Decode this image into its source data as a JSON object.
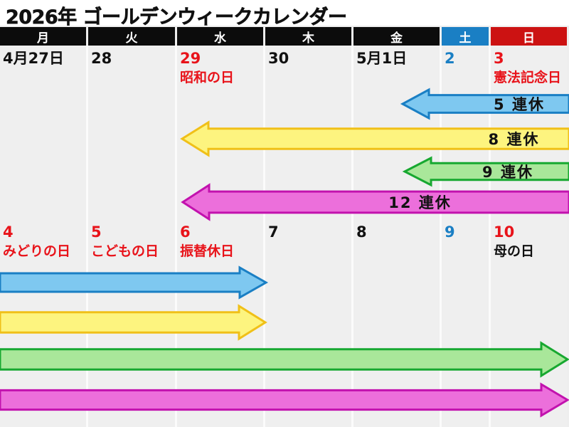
{
  "header": {
    "title_year": "2026年",
    "title_rest": " ゴールデンウィークカレンダー",
    "title_full": "2026年 ゴールデンウィークカレンダー"
  },
  "weekdays": [
    {
      "label": "月",
      "kind": "weekday"
    },
    {
      "label": "火",
      "kind": "weekday"
    },
    {
      "label": "水",
      "kind": "weekday"
    },
    {
      "label": "木",
      "kind": "weekday"
    },
    {
      "label": "金",
      "kind": "weekday"
    },
    {
      "label": "土",
      "kind": "saturday"
    },
    {
      "label": "日",
      "kind": "sunday"
    }
  ],
  "week1": [
    {
      "num": "4月27日",
      "num_color": "black",
      "holiday": "",
      "holiday_color": ""
    },
    {
      "num": "28",
      "num_color": "black",
      "holiday": "",
      "holiday_color": ""
    },
    {
      "num": "29",
      "num_color": "red",
      "holiday": "昭和の日",
      "holiday_color": "red"
    },
    {
      "num": "30",
      "num_color": "black",
      "holiday": "",
      "holiday_color": ""
    },
    {
      "num": "5月1日",
      "num_color": "black",
      "holiday": "",
      "holiday_color": ""
    },
    {
      "num": "2",
      "num_color": "blue",
      "holiday": "",
      "holiday_color": ""
    },
    {
      "num": "3",
      "num_color": "red",
      "holiday": "憲法記念日",
      "holiday_color": "red"
    }
  ],
  "week2": [
    {
      "num": "4",
      "num_color": "red",
      "holiday": "みどりの日",
      "holiday_color": "red"
    },
    {
      "num": "5",
      "num_color": "red",
      "holiday": "こどもの日",
      "holiday_color": "red"
    },
    {
      "num": "6",
      "num_color": "red",
      "holiday": "振替休日",
      "holiday_color": "red"
    },
    {
      "num": "7",
      "num_color": "black",
      "holiday": "",
      "holiday_color": ""
    },
    {
      "num": "8",
      "num_color": "black",
      "holiday": "",
      "holiday_color": ""
    },
    {
      "num": "9",
      "num_color": "blue",
      "holiday": "",
      "holiday_color": ""
    },
    {
      "num": "10",
      "num_color": "red",
      "holiday": "母の日",
      "holiday_color": "black"
    }
  ],
  "arrows": [
    {
      "id": "blue",
      "label": "5 連休",
      "fill": "#7ec8f0",
      "stroke": "#1a7fc4"
    },
    {
      "id": "yellow",
      "label": "8 連休",
      "fill": "#fdf47f",
      "stroke": "#f0c018"
    },
    {
      "id": "green",
      "label": "9 連休",
      "fill": "#a9e79a",
      "stroke": "#17a830"
    },
    {
      "id": "magenta",
      "label": "12 連休",
      "fill": "#ec6fdb",
      "stroke": "#c212ae"
    }
  ],
  "colors": {
    "saturday": "#1a7fc4",
    "sunday": "#cc1212",
    "weekday_header": "#0c0c0c",
    "holiday_text": "#e8131a",
    "background": "#efefef"
  }
}
